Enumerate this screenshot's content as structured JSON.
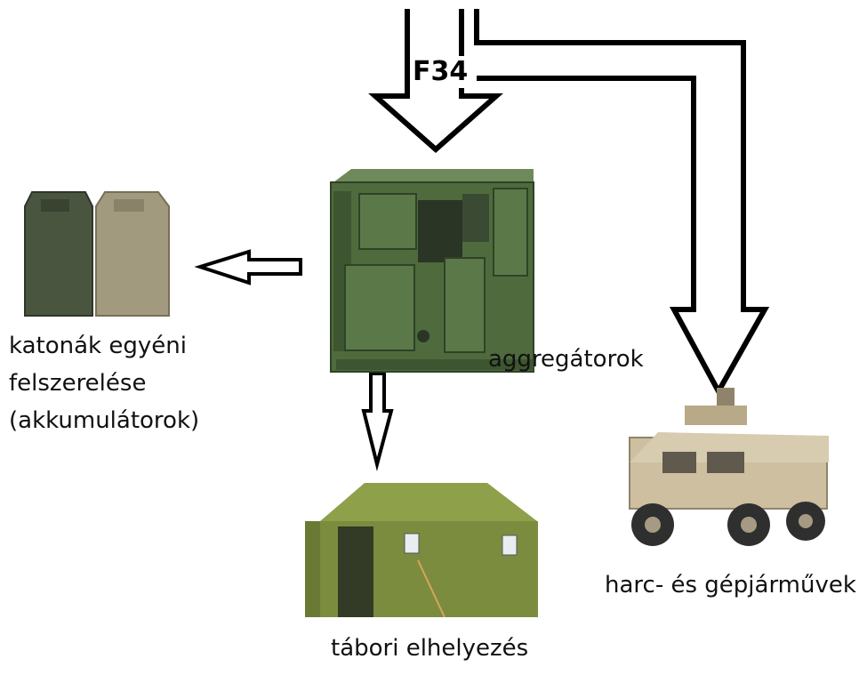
{
  "fuel": {
    "label": "F34"
  },
  "nodes": {
    "generator": {
      "label": "aggregátorok",
      "icon": "generator-icon"
    },
    "soldier": {
      "label_lines": [
        "katonák egyéni",
        "felszerelése",
        "(akkumulátorok)"
      ],
      "icon": "battery-pack-icon"
    },
    "tent": {
      "label": "tábori elhelyezés",
      "icon": "tent-icon"
    },
    "vehicle": {
      "label": "harc- és gépjárművek",
      "icon": "armored-vehicle-icon"
    }
  },
  "colors": {
    "arrow_stroke": "#000000",
    "arrow_fill": "#ffffff",
    "generator_green": "#4f6b3d",
    "battery_dark": "#4a5540",
    "battery_tan": "#a29a7e",
    "tent_green": "#7b8c3e",
    "vehicle_tan": "#cdbfa0"
  }
}
